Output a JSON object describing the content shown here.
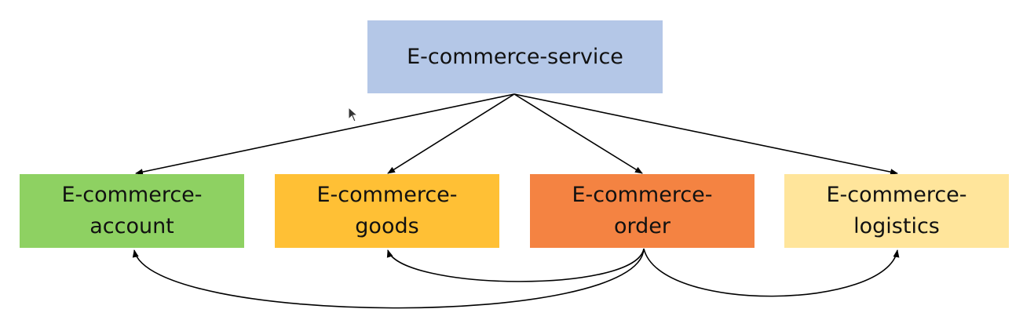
{
  "nodes": {
    "service": {
      "lines": [
        "E-commerce-service"
      ],
      "color": "#b4c7e7"
    },
    "account": {
      "lines": [
        "E-commerce-",
        "account"
      ],
      "color": "#8ed162"
    },
    "goods": {
      "lines": [
        "E-commerce-",
        "goods"
      ],
      "color": "#ffc035"
    },
    "order": {
      "lines": [
        "E-commerce-",
        "order"
      ],
      "color": "#f48342"
    },
    "logistics": {
      "lines": [
        "E-commerce-",
        "logistics"
      ],
      "color": "#ffe59b"
    }
  },
  "edges": [
    {
      "from": "service",
      "to": "account"
    },
    {
      "from": "service",
      "to": "goods"
    },
    {
      "from": "service",
      "to": "order"
    },
    {
      "from": "service",
      "to": "logistics"
    },
    {
      "from": "order",
      "to": "goods"
    },
    {
      "from": "order",
      "to": "account"
    },
    {
      "from": "order",
      "to": "logistics"
    }
  ],
  "icons": {
    "cursor": "mouse-pointer-icon"
  }
}
